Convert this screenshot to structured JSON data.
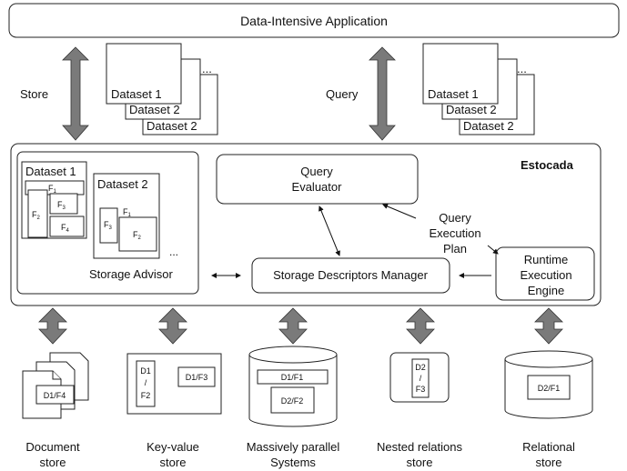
{
  "app_title": "Data-Intensive Application",
  "store_label": "Store",
  "query_label": "Query",
  "dataset_stack_left": [
    "Dataset 1",
    "Dataset 2",
    "Dataset 2"
  ],
  "dataset_stack_right": [
    "Dataset 1",
    "Dataset 2",
    "Dataset 2"
  ],
  "ellipsis": "...",
  "estocada_label": "Estocada",
  "storage_advisor": {
    "label": "Storage Advisor",
    "dataset1_title": "Dataset 1",
    "dataset2_title": "Dataset 2",
    "f1": "F",
    "f1_sub": "1",
    "f2": "F",
    "f2_sub": "2",
    "f3": "F",
    "f3_sub": "3",
    "f4": "F",
    "f4_sub": "4",
    "ellipsis": "..."
  },
  "query_evaluator": [
    "Query",
    "Evaluator"
  ],
  "query_execution_plan": [
    "Query",
    "Execution",
    "Plan"
  ],
  "storage_descriptors_manager": "Storage Descriptors Manager",
  "runtime_engine": [
    "Runtime",
    "Execution",
    "Engine"
  ],
  "stores": {
    "document": {
      "label": [
        "Document",
        "store"
      ],
      "frag": "D1/F4"
    },
    "keyvalue": {
      "label": [
        "Key-value",
        "store"
      ],
      "frag_left": [
        "D1",
        "/",
        "F2"
      ],
      "frag_right": "D1/F3"
    },
    "parallel": {
      "label": [
        "Massively parallel",
        "Systems"
      ],
      "frag_top": "D1/F1",
      "frag_bottom": "D2/F2"
    },
    "nested": {
      "label": [
        "Nested relations",
        "store"
      ],
      "frag": [
        "D2",
        "/",
        "F3"
      ]
    },
    "relational": {
      "label": [
        "Relational",
        "store"
      ],
      "frag": "D2/F1"
    }
  }
}
